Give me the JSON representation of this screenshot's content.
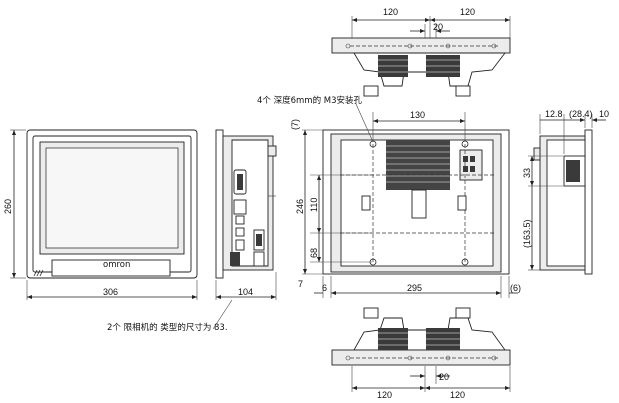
{
  "views": {
    "front": {
      "width": "306",
      "height": "260",
      "brand": "omron"
    },
    "side": {
      "depth": "104"
    },
    "top": {
      "left": "120",
      "right": "120",
      "center": "20"
    },
    "bottom": {
      "left": "120",
      "right": "120",
      "center": "20"
    },
    "rear": {
      "hole_note": "4个 深度6mm的 M3安装孔",
      "top_span": "130",
      "height": "246",
      "v1": "110",
      "v2": "68",
      "offset_top": "(7)",
      "offset_bottom": "7",
      "left_margin": "6",
      "width": "295",
      "right_margin": "(6)"
    },
    "right_side": {
      "d1": "12.8",
      "d2": "(28.4)",
      "d3": "10",
      "d4": "33",
      "d5": "(163.5)"
    }
  },
  "footnote": "2个 限相机的 类型的尺寸为 83."
}
